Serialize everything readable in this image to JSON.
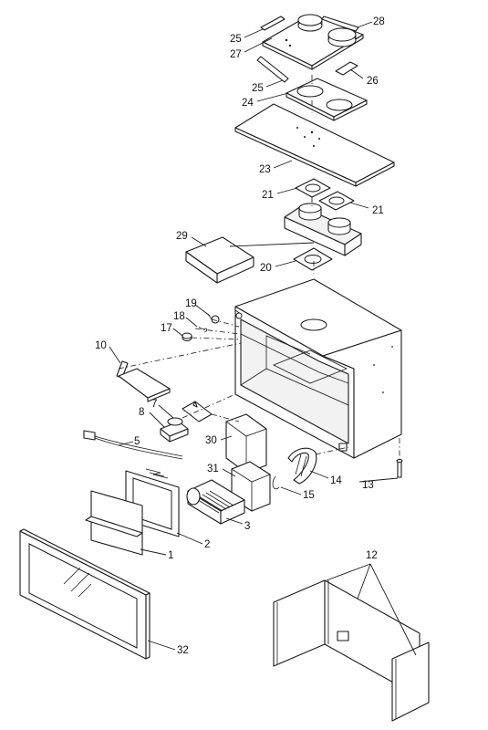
{
  "callouts": [
    {
      "id": "c25a",
      "label": "25"
    },
    {
      "id": "c27",
      "label": "27"
    },
    {
      "id": "c28",
      "label": "28"
    },
    {
      "id": "c25b",
      "label": "25"
    },
    {
      "id": "c26",
      "label": "26"
    },
    {
      "id": "c24",
      "label": "24"
    },
    {
      "id": "c23",
      "label": "23"
    },
    {
      "id": "c21a",
      "label": "21"
    },
    {
      "id": "c21b",
      "label": "21"
    },
    {
      "id": "c29",
      "label": "29"
    },
    {
      "id": "c20",
      "label": "20"
    },
    {
      "id": "c19",
      "label": "19"
    },
    {
      "id": "c18",
      "label": "18"
    },
    {
      "id": "c17",
      "label": "17"
    },
    {
      "id": "c10",
      "label": "10"
    },
    {
      "id": "c7",
      "label": "7"
    },
    {
      "id": "c8",
      "label": "8"
    },
    {
      "id": "c5",
      "label": "5"
    },
    {
      "id": "c30",
      "label": "30"
    },
    {
      "id": "c31",
      "label": "31"
    },
    {
      "id": "c14",
      "label": "14"
    },
    {
      "id": "c13",
      "label": "13"
    },
    {
      "id": "c15",
      "label": "15"
    },
    {
      "id": "c3",
      "label": "3"
    },
    {
      "id": "c2",
      "label": "2"
    },
    {
      "id": "c1",
      "label": "1"
    },
    {
      "id": "c12",
      "label": "12"
    },
    {
      "id": "c32",
      "label": "32"
    }
  ]
}
